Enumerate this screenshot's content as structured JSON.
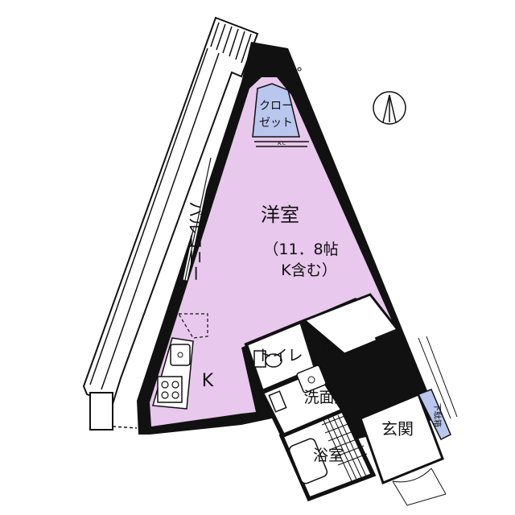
{
  "rooms": {
    "western_room": {
      "name": "洋室",
      "size_line1": "（11．8帖",
      "size_line2": "K含む）"
    },
    "closet": {
      "line1": "クロー",
      "line2": "ゼット"
    },
    "balcony": {
      "label": "バルコニー"
    },
    "kitchen": {
      "label": "K"
    },
    "toilet": {
      "label": "トイレ"
    },
    "washroom": {
      "label": "洗面所"
    },
    "bathroom": {
      "label": "浴室"
    },
    "entrance": {
      "label": "玄関"
    },
    "shoe_storage": {
      "label": "下駄箱"
    }
  },
  "colors": {
    "western_room": "#e8c8ec",
    "closet": "#b9c7ee",
    "shoe_storage": "#b9c7ee",
    "wall": "#111111",
    "background": "#ffffff"
  },
  "icons": {
    "compass": "north-arrow-icon"
  }
}
